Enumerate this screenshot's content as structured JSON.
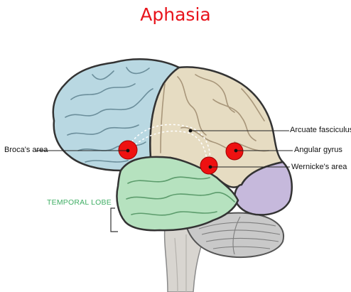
{
  "title": "Aphasia",
  "labels": {
    "arcuate_fasciculus": "Arcuate fasciculus",
    "brocas_area": "Broca's area",
    "angular_gyrus": "Angular gyrus",
    "wernickes_area": "Wernicke's area",
    "temporal_lobe": "TEMPORAL LOBE"
  },
  "colors": {
    "title": "#e8141c",
    "frontal_lobe": "#b9d8e2",
    "parietal_lobe": "#e6dcc2",
    "temporal_lobe": "#b6e2bf",
    "occipital_lobe": "#c6b9dc",
    "cerebellum": "#c9c9c9",
    "brainstem": "#d8d5d0",
    "marker": "#ee1111",
    "temporal_label": "#3fae64"
  }
}
